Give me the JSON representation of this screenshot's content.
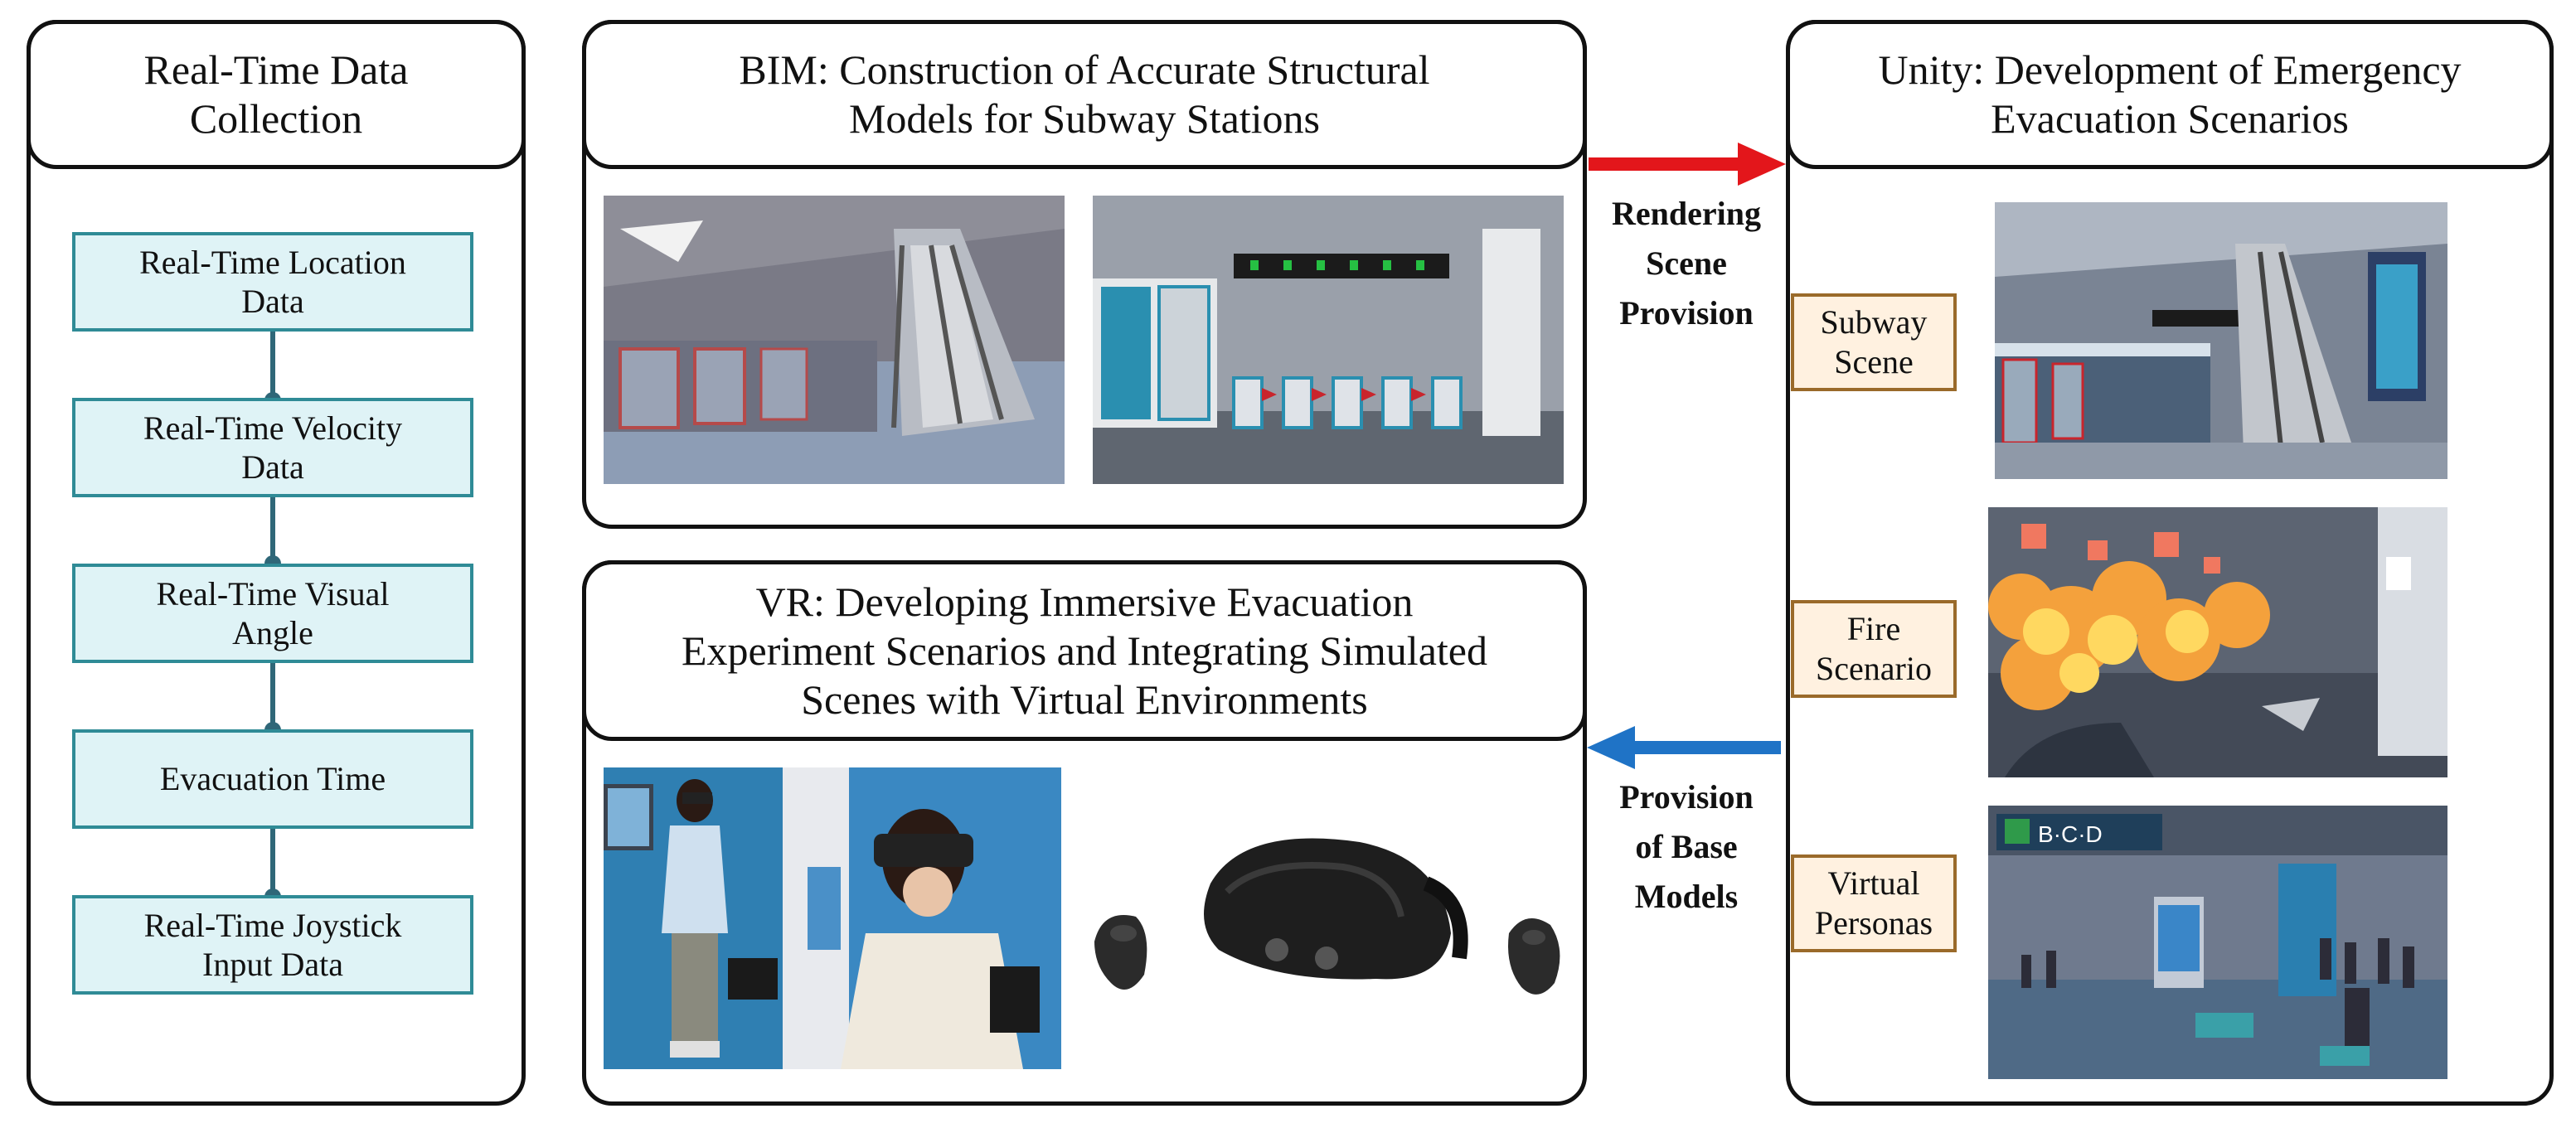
{
  "left_panel": {
    "title": "Real-Time Data\nCollection",
    "items": [
      "Real-Time Location\nData",
      "Real-Time Velocity\nData",
      "Real-Time Visual\nAngle",
      "Evacuation Time",
      "Real-Time Joystick\nInput Data"
    ]
  },
  "bim_panel": {
    "title": "BIM: Construction of Accurate Structural\nModels for Subway Stations"
  },
  "vr_panel": {
    "title": "VR: Developing Immersive Evacuation\nExperiment Scenarios and Integrating Simulated\nScenes with Virtual Environments"
  },
  "unity_panel": {
    "title": "Unity: Development of Emergency\nEvacuation Scenarios",
    "tags": [
      "Subway\nScene",
      "Fire\nScenario",
      "Virtual\nPersonas"
    ]
  },
  "arrows": {
    "top_label": "Rendering\nScene\nProvision",
    "bottom_label": "Provision\nof Base\nModels",
    "top_color": "#e3161b",
    "bottom_color": "#1f73c6"
  },
  "scene_text": {
    "exit_sign": "B·C·D"
  },
  "colors": {
    "box_fill": "#dff3f6",
    "box_border": "#2f8b96",
    "tag_fill": "#fff1e0",
    "tag_border": "#9a6a2a"
  }
}
